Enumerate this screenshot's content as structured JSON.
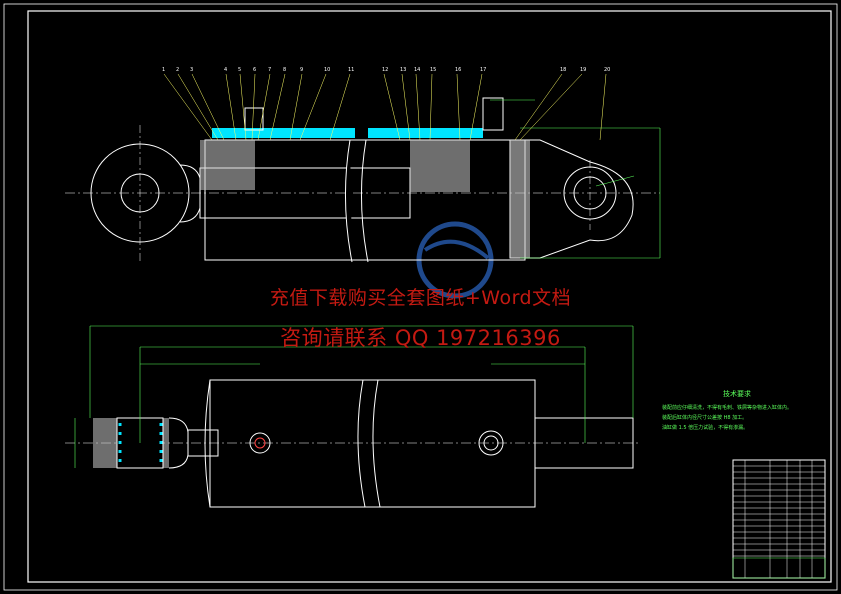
{
  "watermark": {
    "line1": "充值下载购买全套图纸+Word文档",
    "line2": "咨询请联系 QQ 197216396"
  },
  "top_view": {
    "part_labels": [
      "1",
      "2",
      "3",
      "4",
      "5",
      "6",
      "7",
      "8",
      "9",
      "10",
      "11",
      "12",
      "13",
      "14",
      "15",
      "16",
      "17",
      "18",
      "19",
      "20"
    ]
  },
  "tech_requirements": {
    "title": "技术要求",
    "lines": [
      "装配前应仔细清洗，不得有毛刺、铁屑等杂物进入缸体内。",
      "装配后缸体内径尺寸公差按 H8 加工。",
      "油缸做 1.5 倍压力试验，不得有渗漏。"
    ]
  },
  "colors": {
    "background": "#000000",
    "outline": "#ffffff",
    "dimension": "#5bff5b",
    "highlight": "#00e5ff",
    "section_fill": "#c8c8c8",
    "label_lines": "#ffff66",
    "watermark": "#c41a12",
    "logo": "#3a86ff"
  }
}
